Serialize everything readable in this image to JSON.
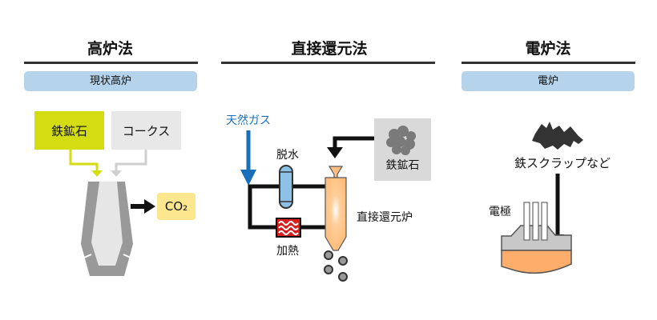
{
  "columns": [
    {
      "title": "高炉法",
      "subtitle": "現状高炉",
      "inputs": [
        "鉄鉱石",
        "コークス"
      ],
      "output": "CO₂"
    },
    {
      "title": "直接還元法",
      "gas_label": "天然ガス",
      "dehydration_label": "脱水",
      "heating_label": "加熱",
      "ore_label": "鉄鉱石",
      "furnace_label": "直接還元炉"
    },
    {
      "title": "電炉法",
      "subtitle": "電炉",
      "scrap_label": "鉄スクラップなど",
      "electrode_label": "電極"
    }
  ],
  "colors": {
    "ore_box": "#d4dc12",
    "coke_box": "#e8e8e8",
    "co2_box": "#fce68e",
    "pill": "#b5d3ea",
    "gas_arrow": "#1a6fba",
    "furnace_fill": "#ffbf80",
    "molten": "#ffad6a",
    "slag": "#c8c8c8"
  }
}
